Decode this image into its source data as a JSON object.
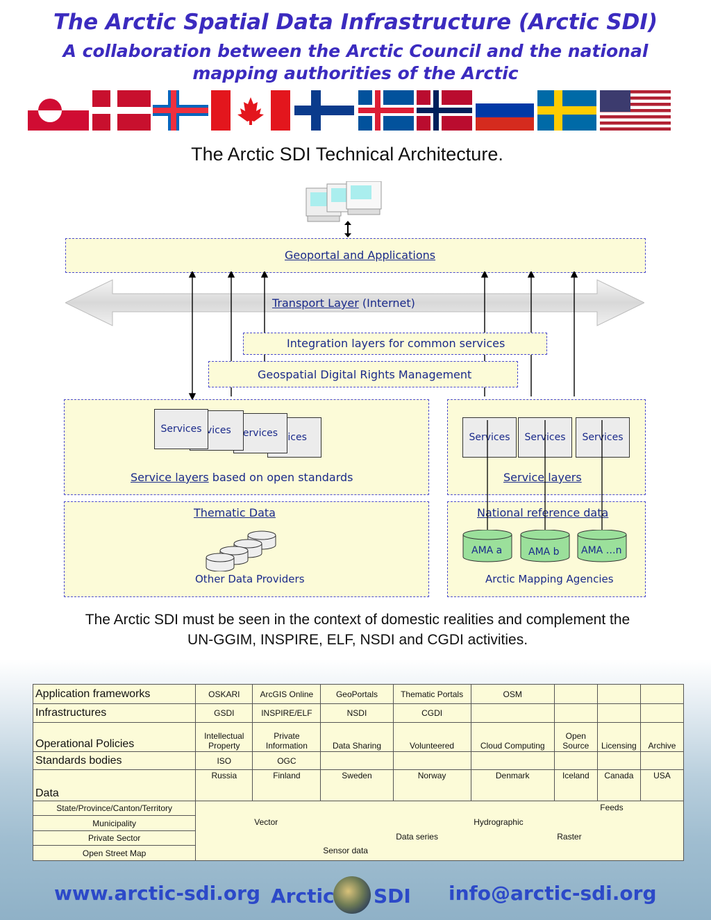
{
  "header": {
    "title": "The Arctic Spatial Data Infrastructure (Arctic SDI)",
    "subtitle_line1": "A collaboration between the Arctic Council and the national",
    "subtitle_line2": "mapping authorities of the Arctic"
  },
  "flags": [
    "greenland-flag",
    "denmark-flag",
    "faroe-islands-flag",
    "canada-flag",
    "finland-flag",
    "iceland-flag",
    "norway-flag",
    "russia-flag",
    "sweden-flag",
    "usa-flag"
  ],
  "architecture": {
    "heading": "The Arctic SDI Technical Architecture.",
    "geoportal": "Geoportal and Applications",
    "transport_link": "Transport Layer",
    "transport_rest": " (Internet)",
    "integration": "Integration layers for common services",
    "drm": "Geospatial Digital Rights Management",
    "left_services": [
      "Services",
      "rvices",
      "ervices",
      "vices"
    ],
    "service_layers_link": "Service layers",
    "service_layers_rest": " based on open standards",
    "thematic_data": "Thematic Data",
    "other_providers": "Other Data Providers",
    "right_services": [
      "Services",
      "Services",
      "Services"
    ],
    "right_service_layers": "Service layers",
    "national_ref": "National reference data",
    "ama": [
      "AMA a",
      "AMA b",
      "AMA …n"
    ],
    "mapping_agencies": "Arctic Mapping Agencies"
  },
  "context": {
    "line1": "The Arctic SDI must be seen in the context of domestic realities and complement the",
    "line2": "UN-GGIM, INSPIRE, ELF, NSDI and CGDI activities."
  },
  "table": {
    "app_frameworks": [
      "Application frameworks",
      "OSKARI",
      "ArcGIS Online",
      "GeoPortals",
      "Thematic Portals",
      "OSM"
    ],
    "infrastructures": [
      "Infrastructures",
      "GSDI",
      "INSPIRE/ELF",
      "NSDI",
      "CGDI"
    ],
    "policies_top": [
      "Intellectual",
      "Private",
      "Open"
    ],
    "policies": [
      "Operational Policies",
      "Property",
      "Information",
      "Data Sharing",
      "Volunteered",
      "Cloud Computing",
      "Source",
      "Licensing",
      "Archive"
    ],
    "standards": [
      "Standards bodies",
      "ISO",
      "OGC"
    ],
    "data_label": "Data",
    "countries": [
      "Russia",
      "Finland",
      "Sweden",
      "Norway",
      "Denmark",
      "Iceland",
      "Canada",
      "USA"
    ],
    "sub_rows": [
      "State/Province/Canton/Territory",
      "Municipality",
      "Private Sector",
      "Open Street Map"
    ],
    "data_types": [
      "Feeds",
      "Vector",
      "Hydrographic",
      "Data series",
      "Raster",
      "Sensor data"
    ]
  },
  "footer": {
    "website": "www.arctic-sdi.org",
    "logo_left": "Arctic",
    "logo_right": "SDI",
    "email": "info@arctic-sdi.org"
  },
  "colors": {
    "title": "#3b2bbf",
    "footer": "#2c49c8",
    "box_fill": "#fcfbd8",
    "box_border": "#4b4bd0",
    "ama_fill": "#9be09b"
  }
}
